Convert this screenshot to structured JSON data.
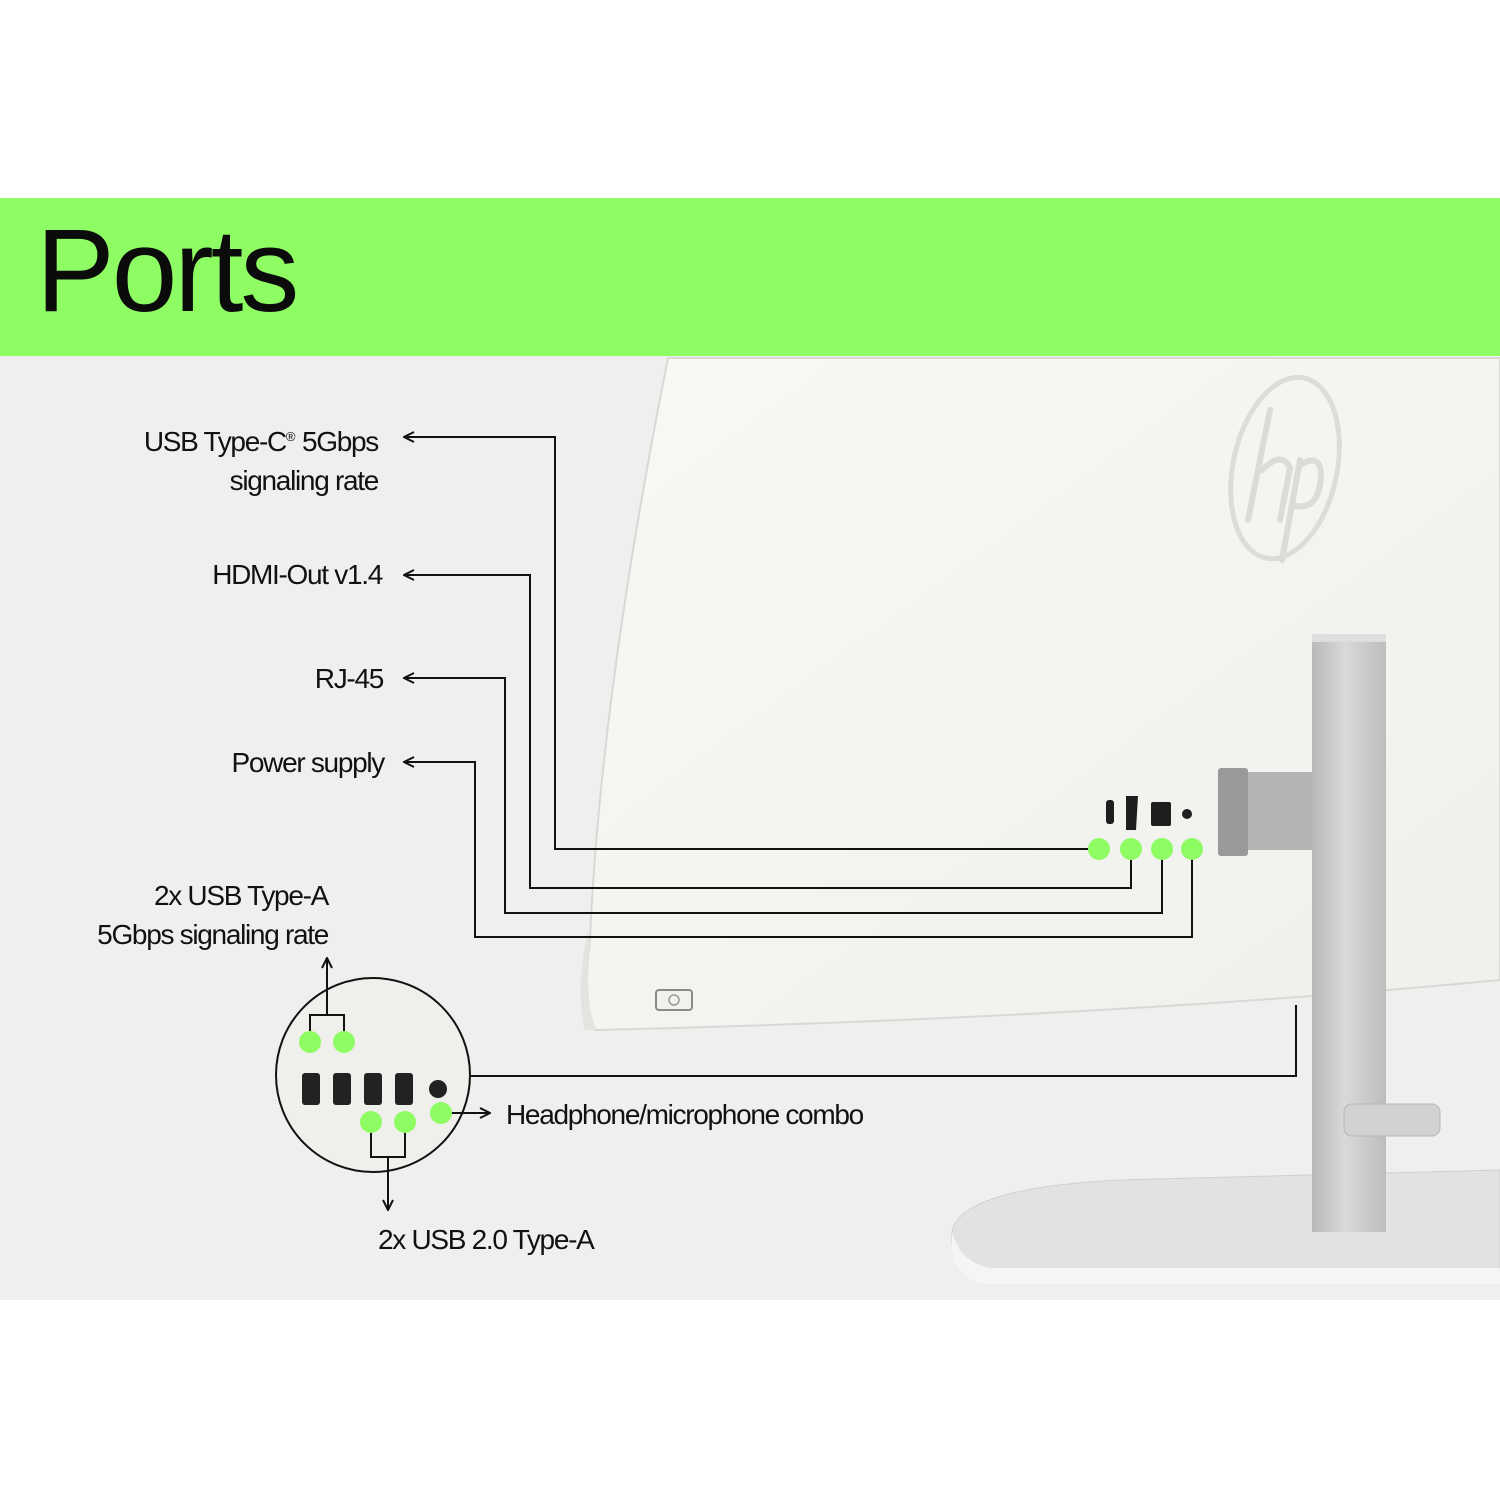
{
  "title": "Ports",
  "labels": {
    "usb_c_line1": "USB Type-C",
    "usb_c_reg": "®",
    "usb_c_line1_rest": " 5Gbps",
    "usb_c_line2": "signaling rate",
    "hdmi": "HDMI-Out v1.4",
    "rj45": "RJ-45",
    "power": "Power supply",
    "usb_a_line1": "2x USB Type-A",
    "usb_a_line2": "5Gbps signaling rate",
    "headphone": "Headphone/microphone combo",
    "usb2": "2x USB 2.0 Type-A"
  },
  "colors": {
    "banner": "#8efc63",
    "dot": "#8efc63",
    "panel_bg": "#efefef",
    "monitor": "#f6f6f2",
    "stand": "#c8c8c8"
  },
  "icons": [
    "hp-logo-icon",
    "power-button-icon"
  ]
}
